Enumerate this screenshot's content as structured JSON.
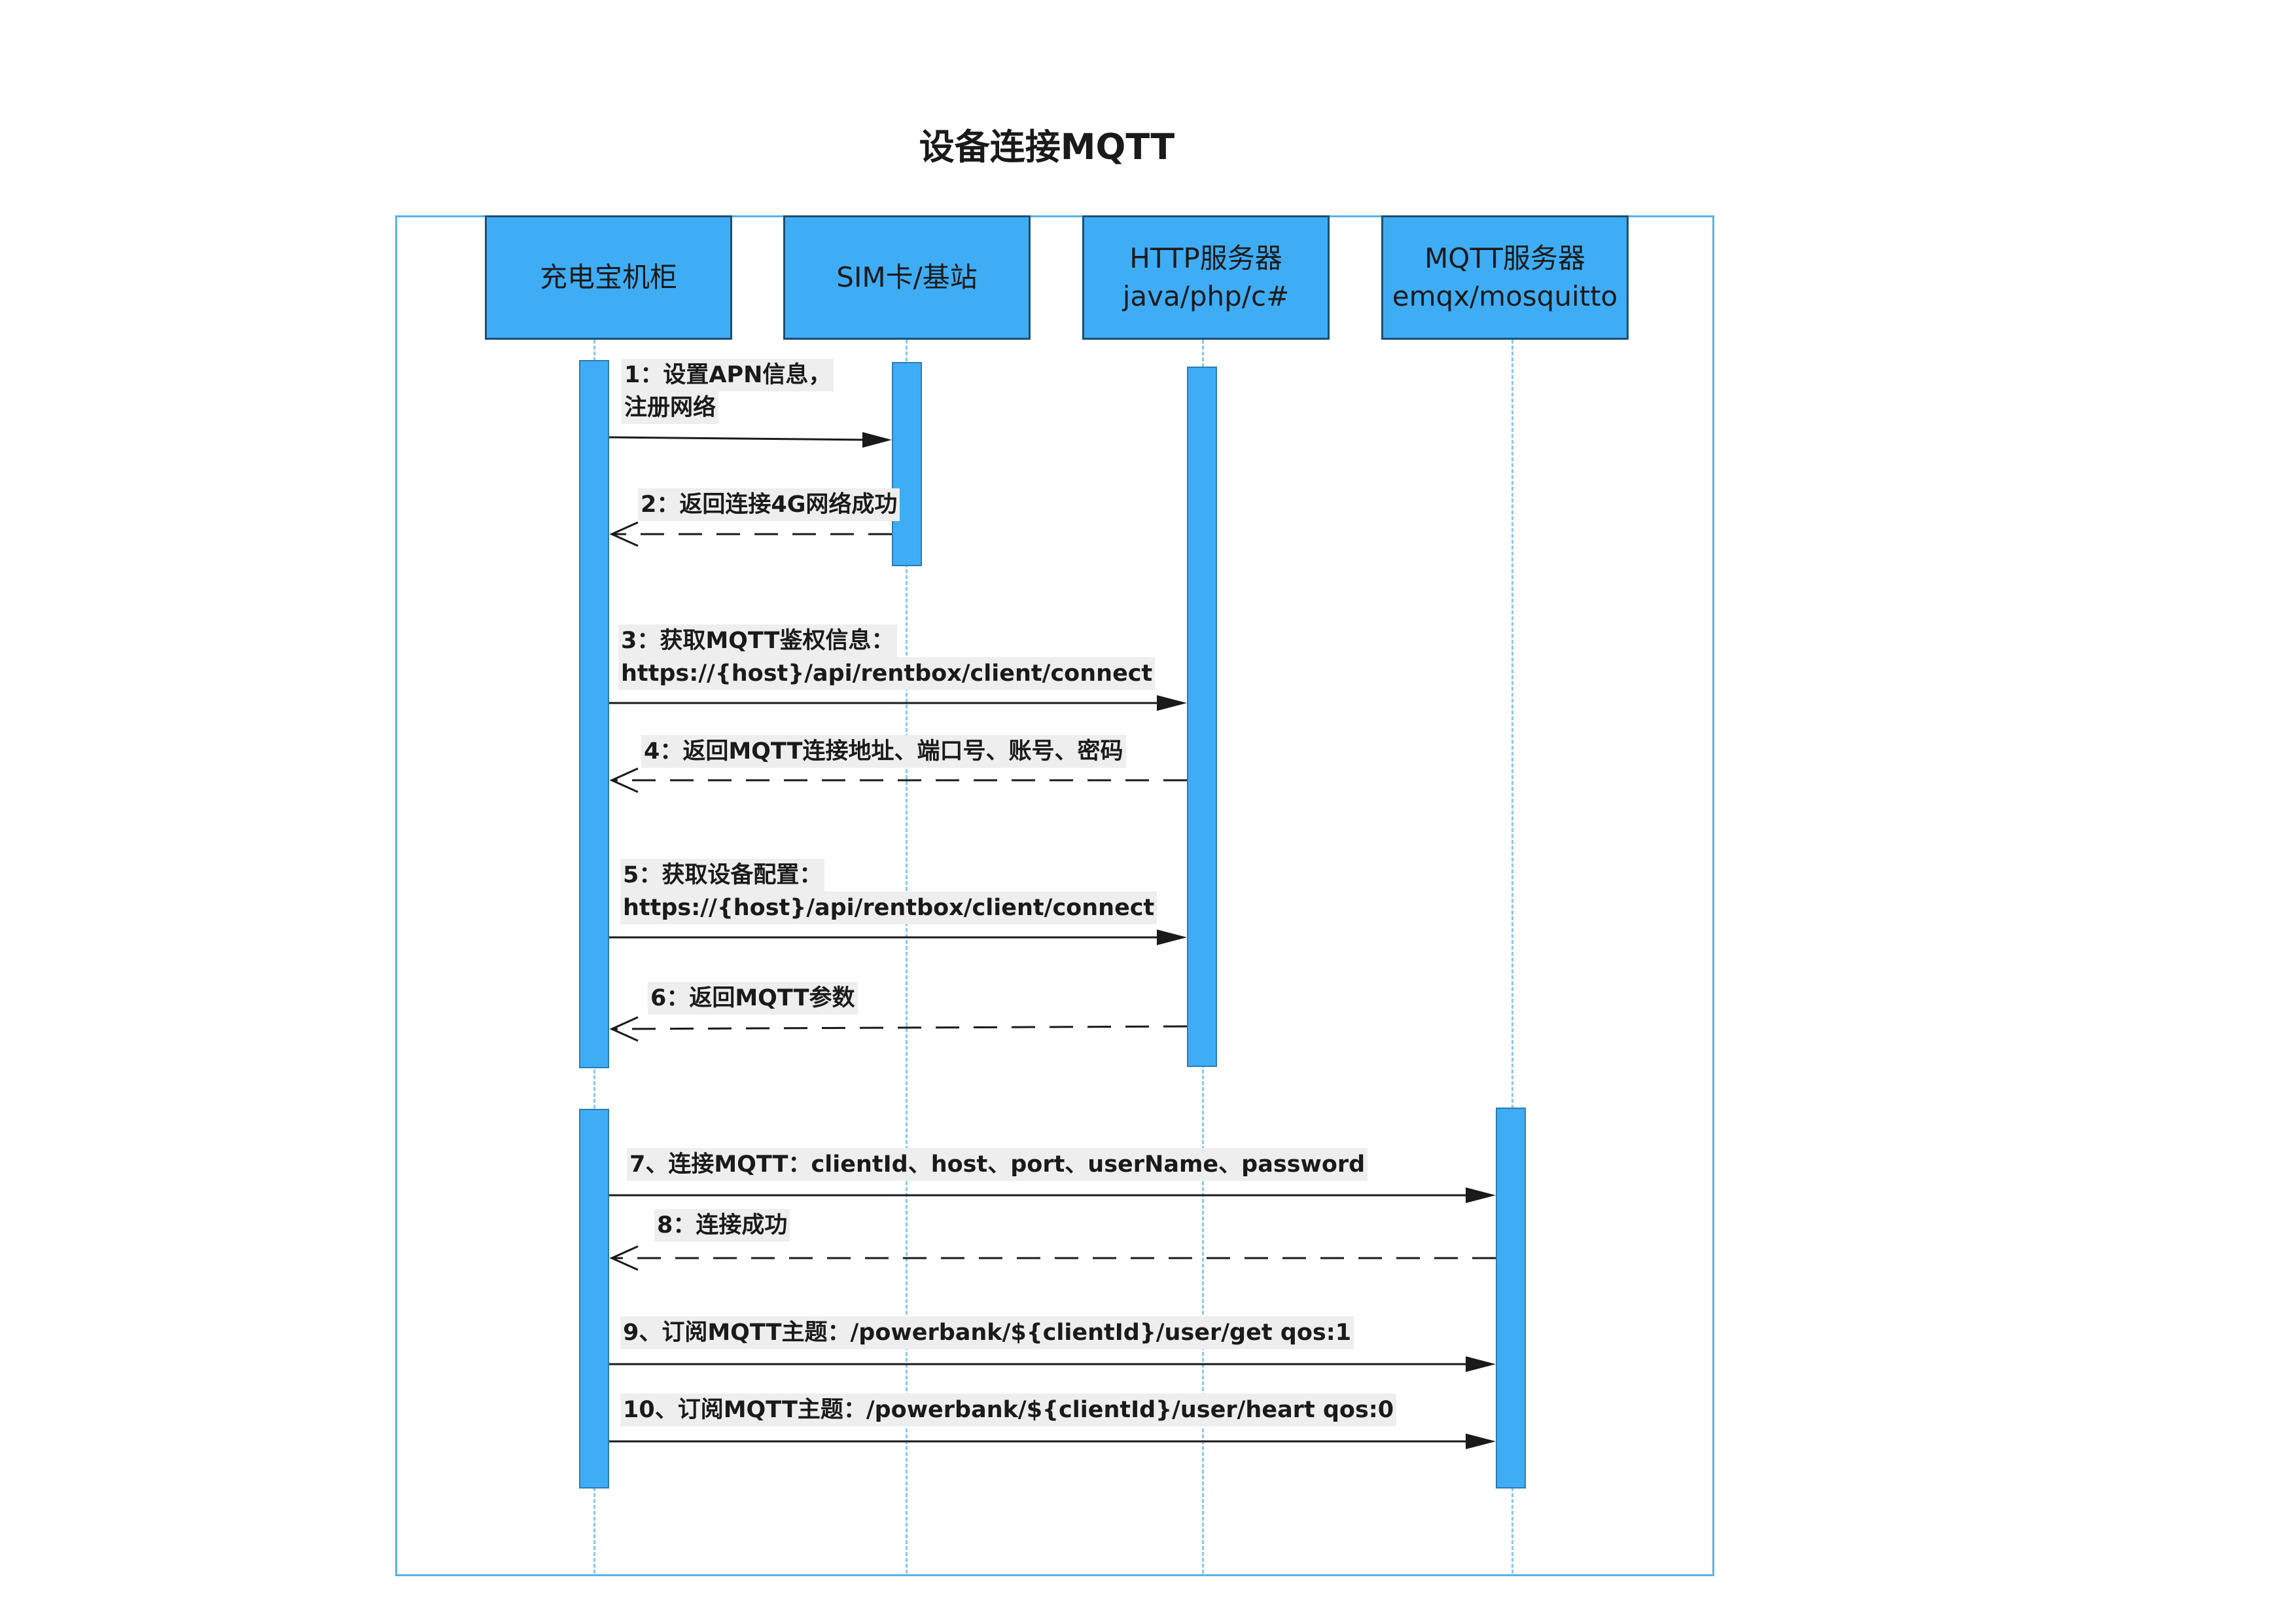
{
  "title": "设备连接MQTT",
  "participants": [
    {
      "line1": "充电宝机柜",
      "line2": ""
    },
    {
      "line1": "SIM卡/基站",
      "line2": ""
    },
    {
      "line1": "HTTP服务器",
      "line2": "java/php/c#"
    },
    {
      "line1": "MQTT服务器",
      "line2": "emqx/mosquitto"
    }
  ],
  "messages": [
    {
      "line1": "1：设置APN信息，",
      "line2": "注册网络",
      "from": 0,
      "to": 1,
      "style": "sync"
    },
    {
      "line1": "2：返回连接4G网络成功",
      "line2": "",
      "from": 1,
      "to": 0,
      "style": "return"
    },
    {
      "line1": "3：获取MQTT鉴权信息：",
      "line2": "https://{host}/api/rentbox/client/connect",
      "from": 0,
      "to": 2,
      "style": "sync"
    },
    {
      "line1": "4：返回MQTT连接地址、端口号、账号、密码",
      "line2": "",
      "from": 2,
      "to": 0,
      "style": "return"
    },
    {
      "line1": "5：获取设备配置：",
      "line2": "https://{host}/api/rentbox/client/connect",
      "from": 0,
      "to": 2,
      "style": "sync"
    },
    {
      "line1": "6：返回MQTT参数",
      "line2": "",
      "from": 2,
      "to": 0,
      "style": "return"
    },
    {
      "line1": "7、连接MQTT：clientId、host、port、userName、password",
      "line2": "",
      "from": 0,
      "to": 3,
      "style": "sync"
    },
    {
      "line1": "8：连接成功",
      "line2": "",
      "from": 3,
      "to": 0,
      "style": "return"
    },
    {
      "line1": "9、订阅MQTT主题：/powerbank/${clientId}/user/get  qos:1",
      "line2": "",
      "from": 0,
      "to": 3,
      "style": "sync"
    },
    {
      "line1": "10、订阅MQTT主题：/powerbank/${clientId}/user/heart  qos:0",
      "line2": "",
      "from": 0,
      "to": 3,
      "style": "sync"
    }
  ],
  "colors": {
    "actor_fill": "#3fadf6",
    "actor_border": "#1c4e73",
    "frame_border": "#5ab2e8",
    "lifeline": "#8ac8ee",
    "arrow": "#1a1a1a"
  }
}
